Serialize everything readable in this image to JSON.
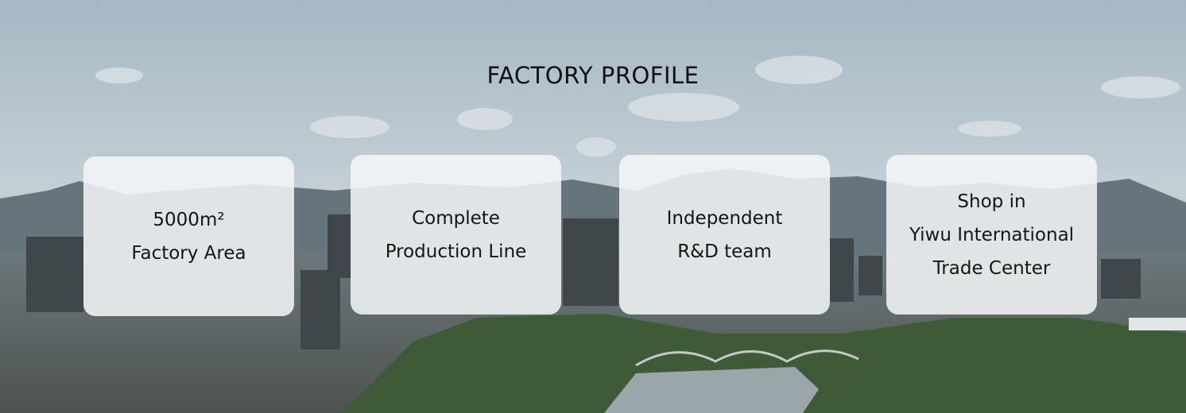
{
  "section": {
    "title": "FACTORY PROFILE"
  },
  "cards": [
    {
      "lines": [
        "5000m²",
        "Factory Area"
      ]
    },
    {
      "lines": [
        "Complete",
        "Production Line"
      ]
    },
    {
      "lines": [
        "Independent",
        "R&D team"
      ]
    },
    {
      "lines": [
        "Shop in",
        "Yiwu International",
        "Trade Center"
      ]
    }
  ]
}
